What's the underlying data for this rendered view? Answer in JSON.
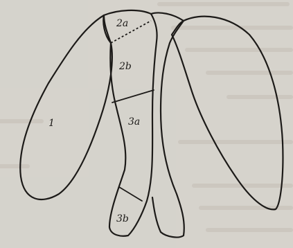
{
  "labels": {
    "region_1": "1",
    "region_2a": "2a",
    "region_2b": "2b",
    "region_3a": "3a",
    "region_3b": "3b"
  }
}
